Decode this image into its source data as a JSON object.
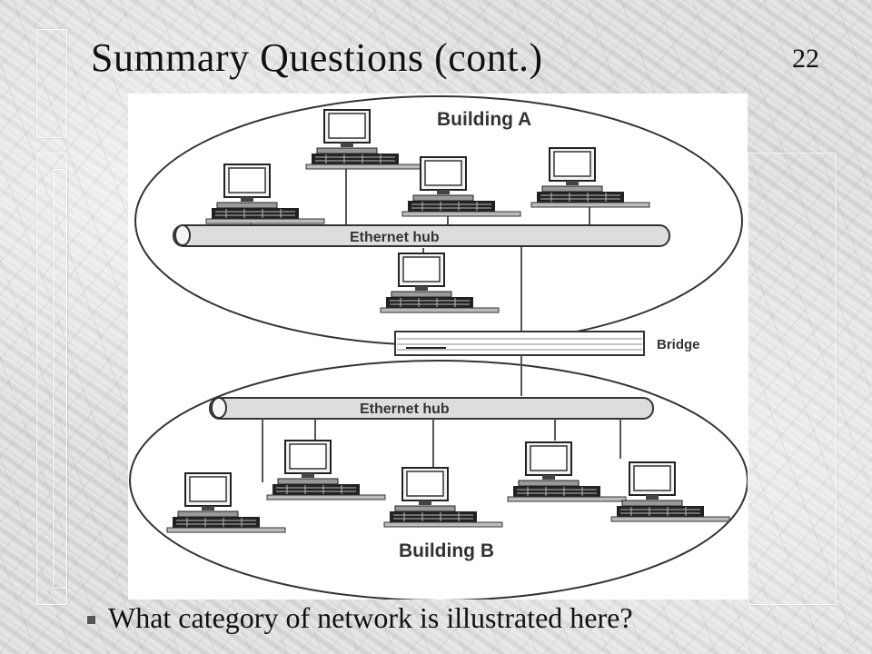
{
  "slide": {
    "title": "Summary Questions (cont.)",
    "number": "22"
  },
  "diagram": {
    "building_a_label": "Building A",
    "building_b_label": "Building B",
    "hub_a_label": "Ethernet hub",
    "hub_b_label": "Ethernet hub",
    "bridge_label": "Bridge",
    "icons": [
      "computer-icon",
      "hub-icon",
      "bridge-icon"
    ]
  },
  "question": {
    "text": "What category of network is illustrated here?"
  }
}
